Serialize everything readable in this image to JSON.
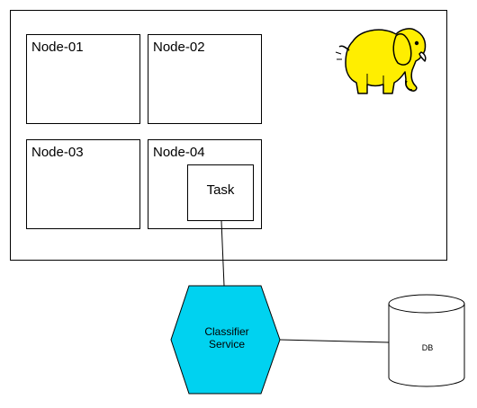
{
  "nodes": [
    {
      "label": "Node-01"
    },
    {
      "label": "Node-02"
    },
    {
      "label": "Node-03"
    },
    {
      "label": "Node-04"
    }
  ],
  "task": {
    "label": "Task"
  },
  "classifier": {
    "line1": "Classifier",
    "line2": "Service"
  },
  "db": {
    "label": "DB"
  },
  "colors": {
    "hexagon_fill": "#00d2f0",
    "elephant_yellow": "#ffee00",
    "stroke": "#000000"
  },
  "icons": {
    "cluster_logo": "hadoop-elephant-icon"
  }
}
